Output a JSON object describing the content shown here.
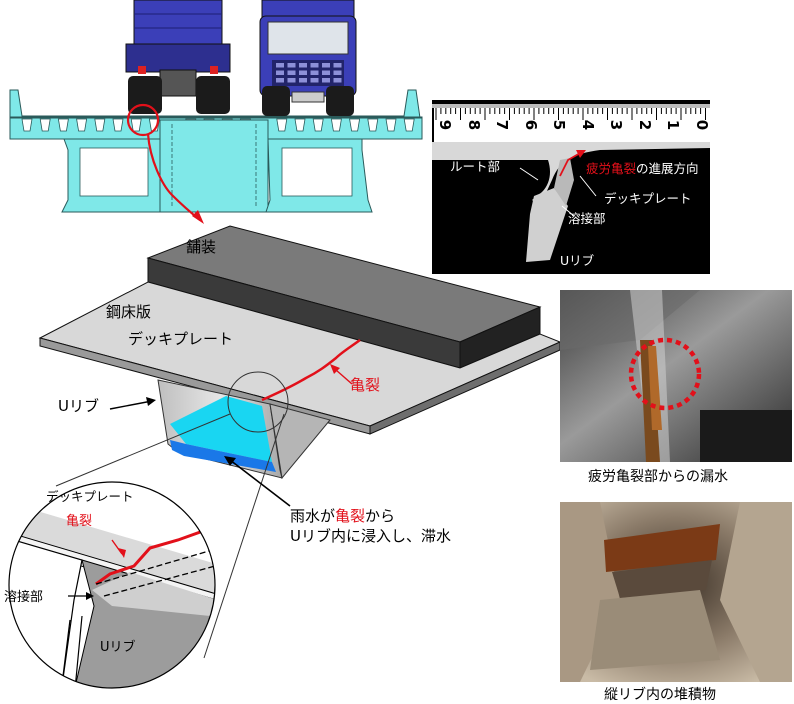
{
  "labels": {
    "pavement": "舗装",
    "steel_deck": "鋼床版",
    "deck_plate": "デッキプレート",
    "u_rib": "Uリブ",
    "crack": "亀裂",
    "rain_line1_a": "雨水が",
    "rain_line1_b": "亀裂",
    "rain_line1_c": "から",
    "rain_line2": "Uリブ内に浸入し、滞水"
  },
  "detail": {
    "deck_plate": "デッキプレート",
    "crack": "亀裂",
    "weld": "溶接部",
    "u_rib": "Uリブ"
  },
  "micro_photo": {
    "ruler_digits": [
      "9",
      "8",
      "7",
      "6",
      "5",
      "4",
      "3",
      "2",
      "1",
      "0"
    ],
    "root": "ルート部",
    "fatigue_crack": "疲労亀裂",
    "direction_suffix": "の進展方向",
    "deck_plate": "デッキプレート",
    "weld": "溶接部",
    "u_rib": "Uリブ"
  },
  "captions": {
    "leak": "疲労亀裂部からの漏水",
    "deposit": "縦リブ内の堆積物"
  },
  "colors": {
    "bridge_cyan": "#7fe8e8",
    "truck_blue": "#3b3fb8",
    "water_cyan": "#19d6f2",
    "water_blue": "#1a78e8",
    "crack_red": "#e2101a"
  }
}
